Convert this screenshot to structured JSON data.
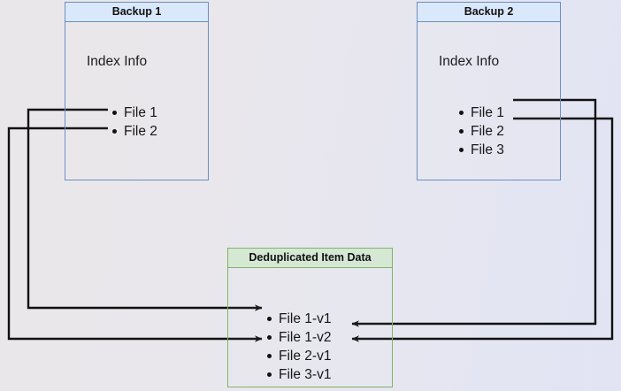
{
  "diagram": {
    "title_hidden": "",
    "colors": {
      "blue_fill": "#dae8fc",
      "blue_stroke": "#6c8ebf",
      "green_fill": "#d5e8d4",
      "green_stroke": "#82b366",
      "line": "#111111",
      "background": "#e9e7ec"
    },
    "boxes": [
      {
        "id": "backup1",
        "header": "Backup 1",
        "subtitle": "Index Info",
        "items": [
          "File 1",
          "File 2"
        ]
      },
      {
        "id": "backup2",
        "header": "Backup 2",
        "subtitle": "Index Info",
        "items": [
          "File 1",
          "File 2",
          "File 3"
        ]
      },
      {
        "id": "dedup",
        "header": "Deduplicated Item Data",
        "subtitle": "",
        "items": [
          "File 1-v1",
          "File 1-v2",
          "File 2-v1",
          "File 3-v1"
        ]
      }
    ],
    "connections": [
      {
        "from": "backup1.File 1",
        "to": "dedup.File 1-v1",
        "direction": "left-route"
      },
      {
        "from": "backup1.File 2",
        "to": "dedup.File 2-v1",
        "direction": "left-route"
      },
      {
        "from": "backup2.File 1",
        "to": "dedup.File 1-v2",
        "direction": "right-route"
      },
      {
        "from": "backup2.File 2",
        "to": "dedup.File 2-v1",
        "direction": "right-route"
      }
    ]
  }
}
